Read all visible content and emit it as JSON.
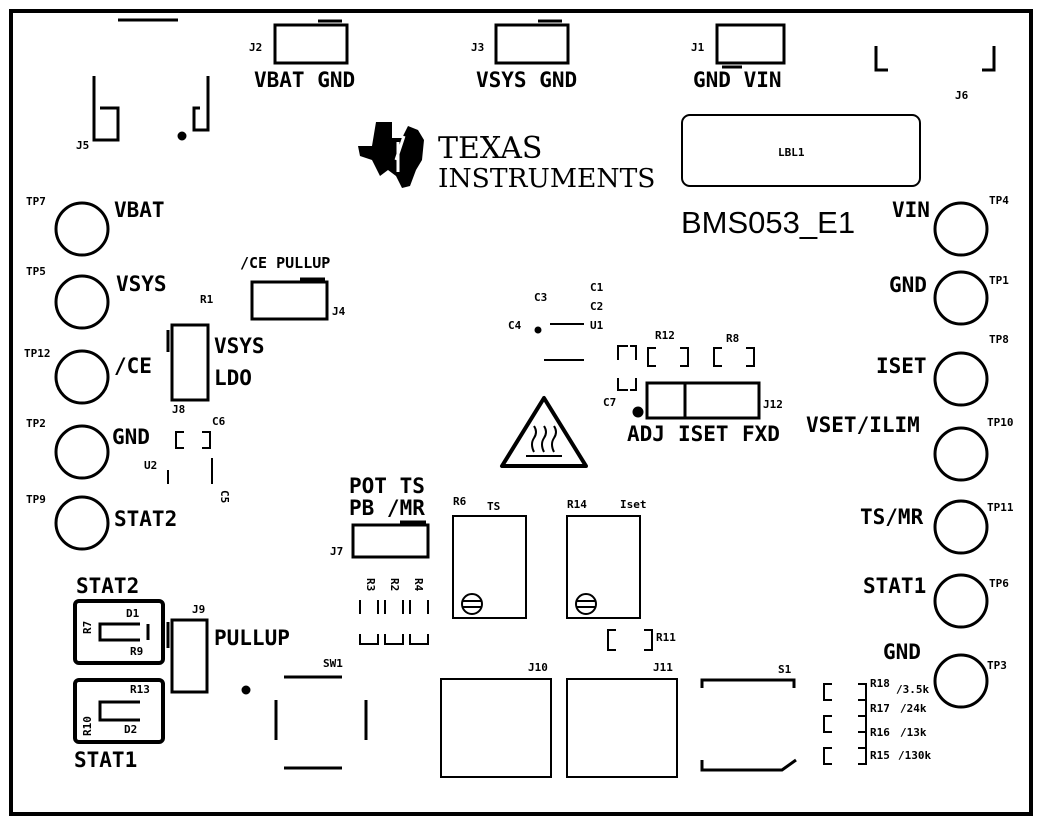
{
  "board_id": "BMS053_E1",
  "logo": {
    "line1": "TEXAS",
    "line2": "INSTRUMENTS"
  },
  "label_box": "LBL1",
  "connectors": {
    "j2": {
      "ref": "J2",
      "label": "VBAT GND"
    },
    "j3": {
      "ref": "J3",
      "label": "VSYS GND"
    },
    "j1": {
      "ref": "J1",
      "label": "GND VIN"
    },
    "j6": {
      "ref": "J6"
    },
    "j5": {
      "ref": "J5"
    },
    "j4": {
      "ref": "J4",
      "label": "/CE PULLUP"
    },
    "j8": {
      "ref": "J8"
    },
    "j7": {
      "ref": "J7"
    },
    "j9": {
      "ref": "J9",
      "label": "PULLUP"
    },
    "j10": {
      "ref": "J10"
    },
    "j11": {
      "ref": "J11"
    },
    "j12": {
      "ref": "J12"
    }
  },
  "left_testpoints": [
    {
      "ref": "TP7",
      "label": "VBAT"
    },
    {
      "ref": "TP5",
      "label": "VSYS"
    },
    {
      "ref": "TP12",
      "label": "/CE"
    },
    {
      "ref": "TP2",
      "label": "GND"
    },
    {
      "ref": "TP9",
      "label": "STAT2"
    }
  ],
  "right_testpoints": [
    {
      "ref": "TP4",
      "label": "VIN"
    },
    {
      "ref": "TP1",
      "label": "GND"
    },
    {
      "ref": "TP8",
      "label": "ISET"
    },
    {
      "ref": "TP10",
      "label": "VSET/ILIM"
    },
    {
      "ref": "TP11",
      "label": "TS/MR"
    },
    {
      "ref": "TP6",
      "label": "STAT1"
    },
    {
      "ref": "TP3",
      "label": "GND"
    }
  ],
  "components": {
    "r1": "R1",
    "c1": "C1",
    "c2": "C2",
    "c3": "C3",
    "c4": "C4",
    "c5": "C5",
    "c6": "C6",
    "c7": "C7",
    "u1": "U1",
    "u2": "U2",
    "r6": "R6",
    "r8": "R8",
    "r12": "R12",
    "r14": "R14",
    "r11": "R11",
    "r7": "R7",
    "r9": "R9",
    "r10": "R10",
    "r13": "R13",
    "d1": "D1",
    "d2": "D2",
    "sw1": "SW1",
    "s1": "S1",
    "r3": "R3",
    "r2": "R2",
    "r4": "R4"
  },
  "labels": {
    "vsys": "VSYS",
    "ldo": "LDO",
    "pot_ts": "POT TS",
    "pb_mr": "PB /MR",
    "ts": "TS",
    "iset_pot": "Iset",
    "adj": "ADJ",
    "iset": "ISET",
    "fxd": "FXD",
    "stat2_led": "STAT2",
    "stat1_led": "STAT1",
    "gnd_s1": "GND"
  },
  "resistor_ladder": [
    {
      "ref": "R18",
      "value": "/3.5k"
    },
    {
      "ref": "R17",
      "value": "/24k"
    },
    {
      "ref": "R16",
      "value": "/13k"
    },
    {
      "ref": "R15",
      "value": "/130k"
    }
  ]
}
